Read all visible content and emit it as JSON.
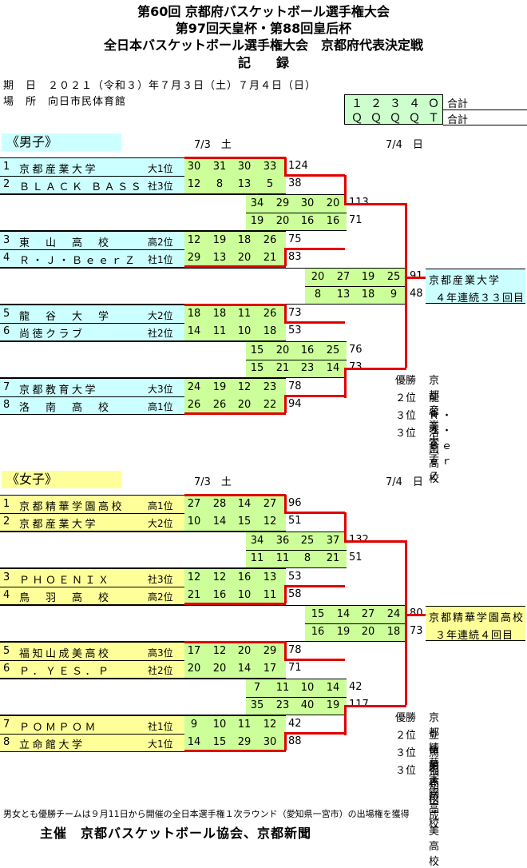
{
  "header": {
    "line1": "第60回 京都府バスケットボール選手権大会",
    "line2": "第97回天皇杯・第88回皇后杯",
    "line3": "全日本バスケットボール選手権大会　京都府代表決定戦",
    "line4": "記　　録"
  },
  "meta": {
    "date_label": "期　日",
    "date_value": "２０２１（令和３）年７月３日（土）７月４日（日）",
    "venue_label": "場　所",
    "venue_value": "向日市民体育館"
  },
  "quarter_legend": {
    "top": [
      "１",
      "２",
      "３",
      "４",
      "Ｏ"
    ],
    "bottom": [
      "Ｑ",
      "Ｑ",
      "Ｑ",
      "Ｑ",
      "Ｔ"
    ],
    "total_label": "合計"
  },
  "men": {
    "label": "《男子》",
    "day1": "7/3　土",
    "day2": "7/4　日",
    "label_bg": "#ccffff",
    "teams": [
      {
        "seed": "1",
        "name": "京都産業大学",
        "rank": "大1位",
        "scores": [
          "30",
          "31",
          "30",
          "33"
        ],
        "total": "124"
      },
      {
        "seed": "2",
        "name": "ＢＬＡＣＫ ＢＡＳＳ",
        "rank": "社3位",
        "scores": [
          "12",
          "8",
          "13",
          "5"
        ],
        "total": "38"
      },
      {
        "seed": "3",
        "name": "東　山　高　校",
        "rank": "高2位",
        "scores": [
          "12",
          "19",
          "18",
          "26"
        ],
        "total": "75"
      },
      {
        "seed": "4",
        "name": "Ｒ・Ｊ・ＢｅｅｒＺ",
        "rank": "社1位",
        "scores": [
          "29",
          "13",
          "20",
          "21"
        ],
        "total": "83"
      },
      {
        "seed": "5",
        "name": "龍　谷　大　学",
        "rank": "大2位",
        "scores": [
          "18",
          "18",
          "11",
          "26"
        ],
        "total": "73"
      },
      {
        "seed": "6",
        "name": "尚徳クラブ",
        "rank": "社2位",
        "scores": [
          "14",
          "11",
          "10",
          "18"
        ],
        "total": "53"
      },
      {
        "seed": "7",
        "name": "京都教育大学",
        "rank": "大3位",
        "scores": [
          "24",
          "19",
          "12",
          "23"
        ],
        "total": "78"
      },
      {
        "seed": "8",
        "name": "洛　南　高　校",
        "rank": "高1位",
        "scores": [
          "26",
          "26",
          "20",
          "22"
        ],
        "total": "94"
      }
    ],
    "semis": [
      {
        "top": [
          "34",
          "29",
          "30",
          "20"
        ],
        "bottom": [
          "19",
          "20",
          "16",
          "16"
        ],
        "top_total": "113",
        "bottom_total": "71"
      },
      {
        "top": [
          "15",
          "20",
          "16",
          "25"
        ],
        "bottom": [
          "15",
          "21",
          "23",
          "14"
        ],
        "top_total": "76",
        "bottom_total": "73"
      }
    ],
    "final": {
      "top": [
        "20",
        "27",
        "19",
        "25"
      ],
      "bottom": [
        "8",
        "13",
        "18",
        "9"
      ],
      "top_total": "91",
      "bottom_total": "48"
    },
    "winner_name": "京都産業大学",
    "winner_note": "４年連続３３回目",
    "winner_bg": "#ccffff",
    "standings": [
      {
        "place": "優勝",
        "name": "京都産業大学"
      },
      {
        "place": "２位",
        "name": "龍谷大学"
      },
      {
        "place": "３位",
        "name": "Ｒ・Ｊ・ＢｅｅｒＺ"
      },
      {
        "place": "３位",
        "name": "洛南高校"
      }
    ]
  },
  "women": {
    "label": "《女子》",
    "day1": "7/3　土",
    "day2": "7/4　日",
    "label_bg": "#ffff99",
    "teams": [
      {
        "seed": "1",
        "name": "京都精華学園高校",
        "rank": "高1位",
        "scores": [
          "27",
          "28",
          "14",
          "27"
        ],
        "total": "96"
      },
      {
        "seed": "2",
        "name": "京都産業大学",
        "rank": "大2位",
        "scores": [
          "10",
          "14",
          "15",
          "12"
        ],
        "total": "51"
      },
      {
        "seed": "3",
        "name": "ＰＨＯＥＮＩＸ",
        "rank": "社3位",
        "scores": [
          "12",
          "12",
          "16",
          "13"
        ],
        "total": "53"
      },
      {
        "seed": "4",
        "name": "鳥　羽　高　校",
        "rank": "高2位",
        "scores": [
          "21",
          "16",
          "10",
          "11"
        ],
        "total": "58"
      },
      {
        "seed": "5",
        "name": "福知山成美高校",
        "rank": "高3位",
        "scores": [
          "17",
          "12",
          "20",
          "29"
        ],
        "total": "78"
      },
      {
        "seed": "6",
        "name": "Ｐ．ＹＥＳ．Ｐ",
        "rank": "社2位",
        "scores": [
          "20",
          "20",
          "14",
          "17"
        ],
        "total": "71"
      },
      {
        "seed": "7",
        "name": "ＰＯＭＰＯＭ",
        "rank": "社1位",
        "scores": [
          "9",
          "10",
          "11",
          "12"
        ],
        "total": "42"
      },
      {
        "seed": "8",
        "name": "立命館大学",
        "rank": "大1位",
        "scores": [
          "14",
          "15",
          "29",
          "30"
        ],
        "total": "88"
      }
    ],
    "semis": [
      {
        "top": [
          "34",
          "36",
          "25",
          "37"
        ],
        "bottom": [
          "11",
          "11",
          "8",
          "21"
        ],
        "top_total": "132",
        "bottom_total": "51"
      },
      {
        "top": [
          "7",
          "11",
          "10",
          "14"
        ],
        "bottom": [
          "35",
          "23",
          "40",
          "19"
        ],
        "top_total": "42",
        "bottom_total": "117"
      }
    ],
    "final": {
      "top": [
        "15",
        "14",
        "27",
        "24"
      ],
      "bottom": [
        "16",
        "19",
        "20",
        "18"
      ],
      "top_total": "80",
      "bottom_total": "73"
    },
    "winner_name": "京都精華学園高校",
    "winner_note": "３年連続４回目",
    "winner_bg": "#ffff99",
    "standings": [
      {
        "place": "優勝",
        "name": "京都精華学園高校"
      },
      {
        "place": "２位",
        "name": "立命館大学"
      },
      {
        "place": "３位",
        "name": "鳥羽高校"
      },
      {
        "place": "３位",
        "name": "福知山成美高校"
      }
    ]
  },
  "footer": {
    "note": "男女とも優勝チームは９月11日から開催の全日本選手権１次ラウンド（愛知県一宮市）の出場権を獲得",
    "sponsor": "主催　京都バスケットボール協会、京都新聞"
  },
  "colors": {
    "score_bg": "#ccff99",
    "bracket_line": "#e00000"
  }
}
